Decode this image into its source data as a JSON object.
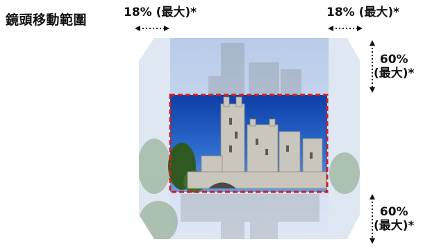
{
  "title": "鏡頭移動範圍",
  "shift_labels": {
    "left": "18% (最大)*",
    "right": "18% (最大)*",
    "up_percent": "60%",
    "up_note": "(最大)*",
    "down_percent": "60%",
    "down_note": "(最大)*"
  },
  "colors": {
    "frame_border": "#cc1f1f",
    "sky_blue": "#1b4fb8",
    "pale_blue": "#c9d8ee",
    "arrow": "#111111"
  }
}
